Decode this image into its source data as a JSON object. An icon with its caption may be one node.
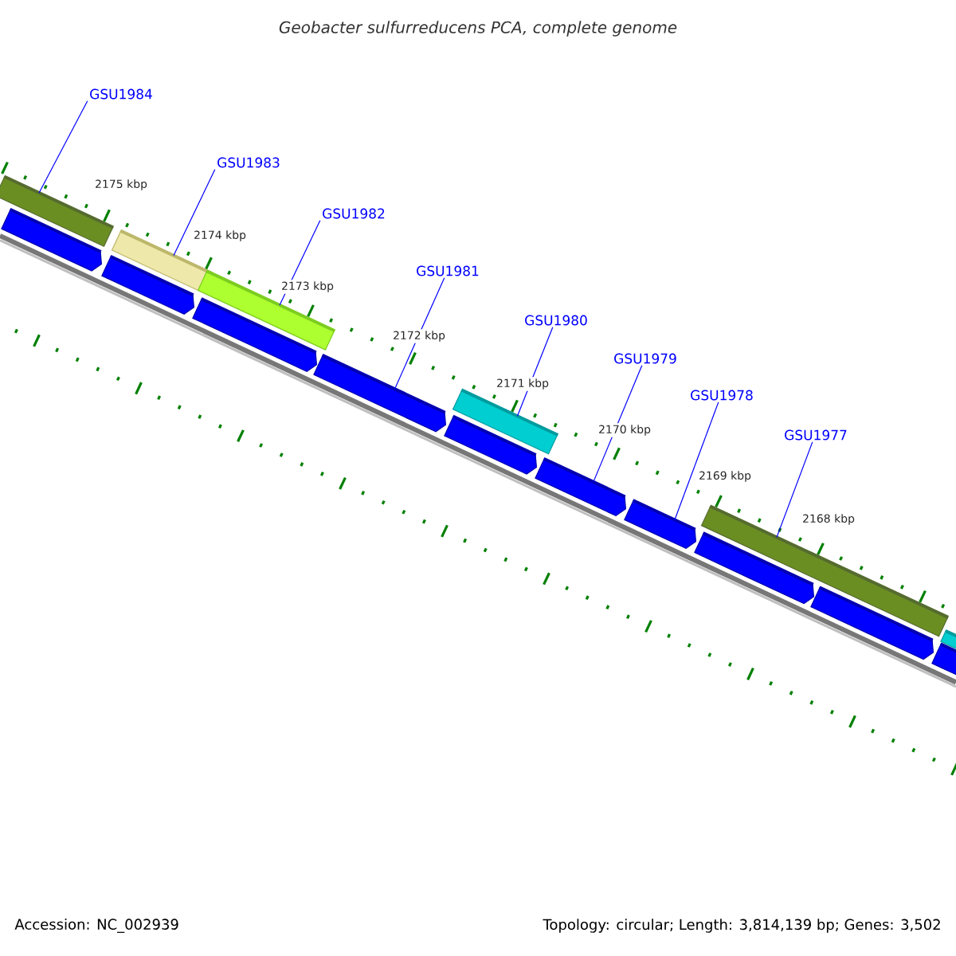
{
  "diagram": {
    "title": "Geobacter sulfurreducens PCA, complete genome",
    "nodes": [
      {
        "text": [
          "GSU1984"
        ]
      },
      {
        "text": [
          "GSU1983"
        ]
      },
      {
        "text": [
          "GSU1982"
        ]
      },
      {
        "text": [
          "GSU1981"
        ]
      },
      {
        "text": [
          "GSU1980"
        ]
      },
      {
        "text": [
          "GSU1979"
        ]
      },
      {
        "text": [
          "GSU1978"
        ]
      },
      {
        "text": [
          "GSU1977"
        ]
      },
      {
        "text": [],
        "shape": "bar"
      },
      {
        "text": [],
        "shape": "bar"
      },
      {
        "text": [],
        "shape": "bar"
      },
      {
        "text": [],
        "shape": "bar"
      },
      {
        "text": [],
        "shape": "bar"
      },
      {
        "text": [],
        "shape": "bar"
      },
      {
        "text": [],
        "shape": "pentagon"
      },
      {
        "text": [],
        "shape": "pentagon"
      },
      {
        "text": [],
        "shape": "pentagon"
      },
      {
        "text": [],
        "shape": "pentagon"
      },
      {
        "text": [],
        "shape": "pentagon"
      },
      {
        "text": [],
        "shape": "pentagon"
      },
      {
        "text": [],
        "shape": "pentagon"
      },
      {
        "text": [],
        "shape": "pentagon"
      },
      {
        "text": [],
        "shape": "pentagon"
      },
      {
        "text": [],
        "shape": "pentagon"
      }
    ],
    "edges": [
      {
        "from": 0,
        "to": 8,
        "arrow": "none"
      },
      {
        "from": 1,
        "to": 9,
        "arrow": "none"
      },
      {
        "from": 2,
        "to": 10,
        "arrow": "none"
      },
      {
        "from": 3,
        "to": 17,
        "arrow": "none"
      },
      {
        "from": 4,
        "to": 11,
        "arrow": "none"
      },
      {
        "from": 5,
        "to": 19,
        "arrow": "none"
      },
      {
        "from": 6,
        "to": 20,
        "arrow": "none"
      },
      {
        "from": 7,
        "to": 12,
        "arrow": "none"
      }
    ],
    "labels": [
      "2175 kbp",
      "2174 kbp",
      "2173 kbp",
      "2172 kbp",
      "2171 kbp",
      "2170 kbp",
      "2169 kbp",
      "2168 kbp",
      "Accession: NC_002939",
      "Topology: circular; Length: 3,814,139 bp; Genes: 3,502"
    ]
  }
}
